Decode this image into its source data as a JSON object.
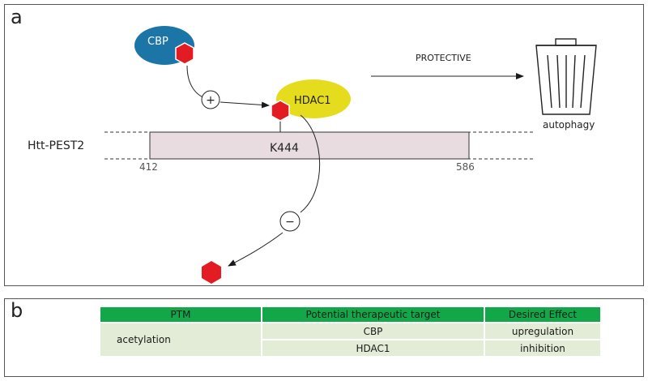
{
  "panel_a": {
    "letter": "a",
    "cbp_label": "CBP",
    "hdac1_label": "HDAC1",
    "plus_sign": "+",
    "minus_sign": "−",
    "protective_label": "PROTECTIVE",
    "autophagy_label": "autophagy",
    "htt_label": "Htt-PEST2",
    "site_label": "K444",
    "start_residue": "412",
    "end_residue": "586",
    "colors": {
      "cbp": "#1b75a6",
      "hdac1": "#e6dc1e",
      "acetyl_group": "#e31b23",
      "domain_bar": "#e8dce0"
    }
  },
  "panel_b": {
    "letter": "b",
    "headers": [
      "PTM",
      "Potential therapeutic target",
      "Desired Effect"
    ],
    "ptm": "acetylation",
    "rows": [
      {
        "target": "CBP",
        "effect": "upregulation"
      },
      {
        "target": "HDAC1",
        "effect": "inhibition"
      }
    ],
    "colors": {
      "header": "#12a84a",
      "cell": "#e3ecd7"
    }
  }
}
